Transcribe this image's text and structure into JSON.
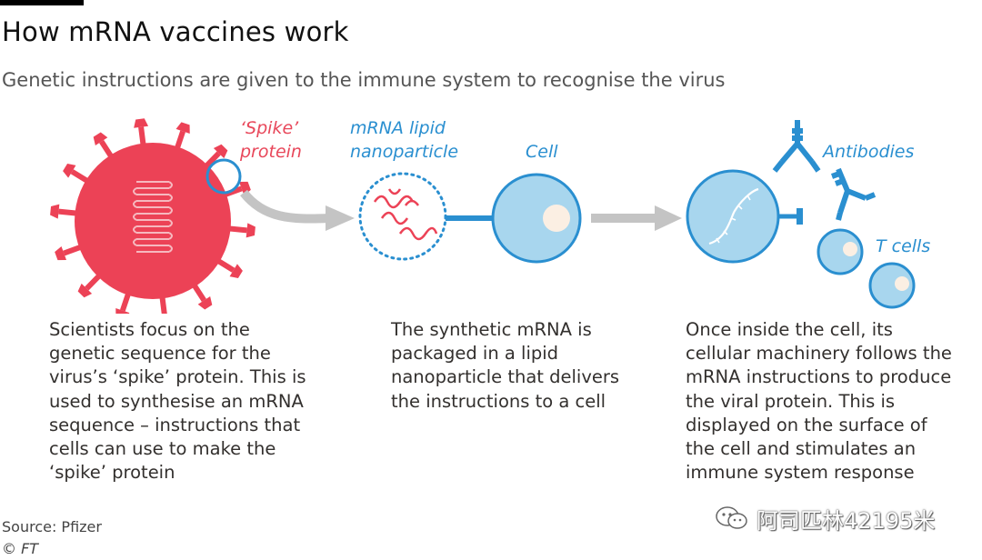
{
  "header": {
    "title": "How mRNA vaccines work",
    "subtitle": "Genetic instructions are given to the immune system to recognise the virus"
  },
  "labels": {
    "spike_protein": "‘Spike’\nprotein",
    "nanoparticle": "mRNA lipid\nnanoparticle",
    "cell": "Cell",
    "antibodies": "Antibodies",
    "t_cells": "T cells"
  },
  "captions": {
    "step1": "Scientists focus on the\ngenetic sequence for the\nvirus’s ‘spike’ protein. This is\nused to synthesise an mRNA\nsequence – instructions that\ncells can use to make the\n‘spike’ protein",
    "step2": "The synthetic mRNA is\npackaged in a lipid\nnanoparticle that delivers\nthe instructions to a cell",
    "step3": "Once inside the cell, its\ncellular machinery follows the\nmRNA instructions to produce\nthe viral protein. This is\ndisplayed on the surface of\nthe cell and stimulates an\nimmune system response"
  },
  "footer": {
    "source": "Source: Pfizer",
    "copyright": "© FT",
    "watermark": "阿司匹林42195米"
  },
  "colors": {
    "virus_red": "#ec4256",
    "cell_blue": "#2a8fd0",
    "cell_fill": "#a8d6ee",
    "arrow_grey": "#c4c4c4"
  }
}
